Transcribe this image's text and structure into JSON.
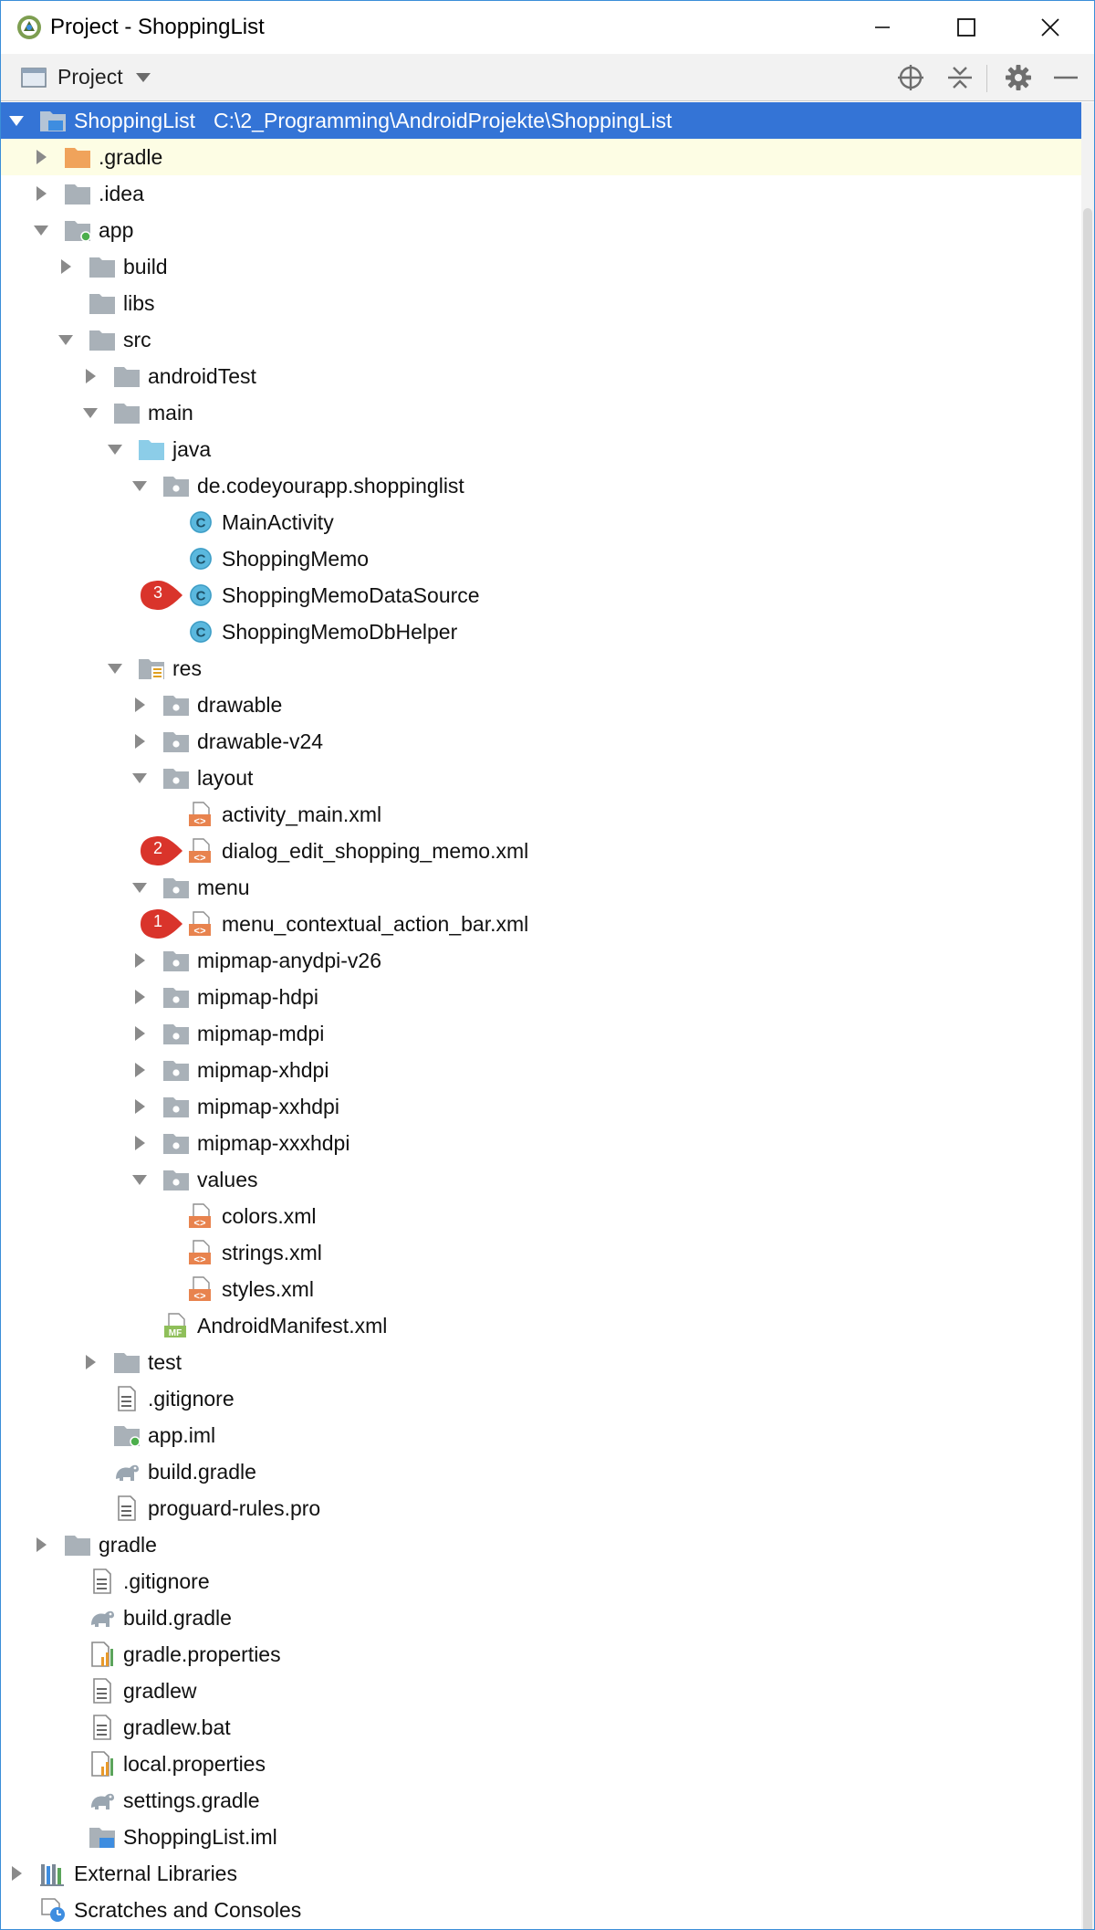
{
  "window": {
    "title": "Project - ShoppingList",
    "controls": {
      "minimize": "minimize",
      "maximize": "maximize",
      "close": "close"
    }
  },
  "toolbar": {
    "view_label": "Project",
    "buttons": [
      "locate-icon",
      "collapse-all-icon",
      "gear-icon",
      "hide-icon"
    ]
  },
  "tree": [
    {
      "label": "ShoppingList",
      "path": "C:\\2_Programming\\AndroidProjekte\\ShoppingList",
      "icon": "module-folder",
      "depth": 0,
      "arrow": "open",
      "state": "selected"
    },
    {
      "label": ".gradle",
      "icon": "folder-orange",
      "depth": 1,
      "arrow": "closed",
      "state": "hover"
    },
    {
      "label": ".idea",
      "icon": "folder",
      "depth": 1,
      "arrow": "closed"
    },
    {
      "label": "app",
      "icon": "module-folder-green",
      "depth": 1,
      "arrow": "open"
    },
    {
      "label": "build",
      "icon": "folder",
      "depth": 2,
      "arrow": "closed"
    },
    {
      "label": "libs",
      "icon": "folder",
      "depth": 2,
      "arrow": "none"
    },
    {
      "label": "src",
      "icon": "folder",
      "depth": 2,
      "arrow": "open"
    },
    {
      "label": "androidTest",
      "icon": "folder",
      "depth": 3,
      "arrow": "closed"
    },
    {
      "label": "main",
      "icon": "folder",
      "depth": 3,
      "arrow": "open"
    },
    {
      "label": "java",
      "icon": "folder-blue",
      "depth": 4,
      "arrow": "open"
    },
    {
      "label": "de.codeyourapp.shoppinglist",
      "icon": "package",
      "depth": 5,
      "arrow": "open"
    },
    {
      "label": "MainActivity",
      "icon": "class",
      "depth": 6,
      "arrow": "none"
    },
    {
      "label": "ShoppingMemo",
      "icon": "class",
      "depth": 6,
      "arrow": "none"
    },
    {
      "label": "ShoppingMemoDataSource",
      "icon": "class",
      "depth": 6,
      "arrow": "none",
      "badge": "3"
    },
    {
      "label": "ShoppingMemoDbHelper",
      "icon": "class",
      "depth": 6,
      "arrow": "none"
    },
    {
      "label": "res",
      "icon": "res-folder",
      "depth": 4,
      "arrow": "open"
    },
    {
      "label": "drawable",
      "icon": "package",
      "depth": 5,
      "arrow": "closed"
    },
    {
      "label": "drawable-v24",
      "icon": "package",
      "depth": 5,
      "arrow": "closed"
    },
    {
      "label": "layout",
      "icon": "package",
      "depth": 5,
      "arrow": "open"
    },
    {
      "label": "activity_main.xml",
      "icon": "xml",
      "depth": 6,
      "arrow": "none"
    },
    {
      "label": "dialog_edit_shopping_memo.xml",
      "icon": "xml",
      "depth": 6,
      "arrow": "none",
      "badge": "2"
    },
    {
      "label": "menu",
      "icon": "package",
      "depth": 5,
      "arrow": "open"
    },
    {
      "label": "menu_contextual_action_bar.xml",
      "icon": "xml",
      "depth": 6,
      "arrow": "none",
      "badge": "1"
    },
    {
      "label": "mipmap-anydpi-v26",
      "icon": "package",
      "depth": 5,
      "arrow": "closed"
    },
    {
      "label": "mipmap-hdpi",
      "icon": "package",
      "depth": 5,
      "arrow": "closed"
    },
    {
      "label": "mipmap-mdpi",
      "icon": "package",
      "depth": 5,
      "arrow": "closed"
    },
    {
      "label": "mipmap-xhdpi",
      "icon": "package",
      "depth": 5,
      "arrow": "closed"
    },
    {
      "label": "mipmap-xxhdpi",
      "icon": "package",
      "depth": 5,
      "arrow": "closed"
    },
    {
      "label": "mipmap-xxxhdpi",
      "icon": "package",
      "depth": 5,
      "arrow": "closed"
    },
    {
      "label": "values",
      "icon": "package",
      "depth": 5,
      "arrow": "open"
    },
    {
      "label": "colors.xml",
      "icon": "xml",
      "depth": 6,
      "arrow": "none"
    },
    {
      "label": "strings.xml",
      "icon": "xml",
      "depth": 6,
      "arrow": "none"
    },
    {
      "label": "styles.xml",
      "icon": "xml",
      "depth": 6,
      "arrow": "none"
    },
    {
      "label": "AndroidManifest.xml",
      "icon": "manifest",
      "depth": 5,
      "arrow": "none"
    },
    {
      "label": "test",
      "icon": "folder",
      "depth": 3,
      "arrow": "closed"
    },
    {
      "label": ".gitignore",
      "icon": "text-file",
      "depth": 3,
      "arrow": "none"
    },
    {
      "label": "app.iml",
      "icon": "iml-green",
      "depth": 3,
      "arrow": "none"
    },
    {
      "label": "build.gradle",
      "icon": "gradle",
      "depth": 3,
      "arrow": "none"
    },
    {
      "label": "proguard-rules.pro",
      "icon": "text-file",
      "depth": 3,
      "arrow": "none"
    },
    {
      "label": "gradle",
      "icon": "folder",
      "depth": 1,
      "arrow": "closed"
    },
    {
      "label": ".gitignore",
      "icon": "text-file",
      "depth": 2,
      "arrow": "none"
    },
    {
      "label": "build.gradle",
      "icon": "gradle",
      "depth": 2,
      "arrow": "none"
    },
    {
      "label": "gradle.properties",
      "icon": "properties",
      "depth": 2,
      "arrow": "none"
    },
    {
      "label": "gradlew",
      "icon": "text-file",
      "depth": 2,
      "arrow": "none"
    },
    {
      "label": "gradlew.bat",
      "icon": "text-file",
      "depth": 2,
      "arrow": "none"
    },
    {
      "label": "local.properties",
      "icon": "properties",
      "depth": 2,
      "arrow": "none"
    },
    {
      "label": "settings.gradle",
      "icon": "gradle",
      "depth": 2,
      "arrow": "none"
    },
    {
      "label": "ShoppingList.iml",
      "icon": "iml-blue",
      "depth": 2,
      "arrow": "none"
    },
    {
      "label": "External Libraries",
      "icon": "libraries",
      "depth": 0,
      "arrow": "closed"
    },
    {
      "label": "Scratches and Consoles",
      "icon": "scratches",
      "depth": 0,
      "arrow": "none"
    }
  ],
  "colors": {
    "selection": "#3474d6",
    "hover": "#fdfde4",
    "folder": "#a9b1b8",
    "folder_orange": "#f0a35b",
    "folder_blue": "#8ccde8",
    "class_circle": "#5ab8de",
    "xml_orange": "#e8834e",
    "badge_red": "#d9342b"
  }
}
